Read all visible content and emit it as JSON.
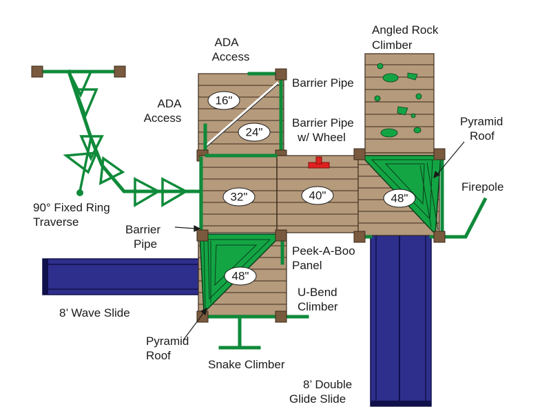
{
  "labels": {
    "angled_rock_climber": [
      "Angled Rock",
      "Climber"
    ],
    "ada_access_top": [
      "ADA",
      "Access"
    ],
    "ada_access_left": [
      "ADA",
      "Access"
    ],
    "barrier_pipe_top": "Barrier Pipe",
    "barrier_pipe_wheel": [
      "Barrier Pipe",
      "w/ Wheel"
    ],
    "pyramid_roof_right": [
      "Pyramid",
      "Roof"
    ],
    "firepole": "Firepole",
    "ring_traverse": [
      "90° Fixed Ring",
      "Traverse"
    ],
    "barrier_pipe_left": [
      "Barrier",
      "Pipe"
    ],
    "peek_a_boo": [
      "Peek-A-Boo",
      "Panel"
    ],
    "u_bend": [
      "U-Bend",
      "Climber"
    ],
    "wave_slide": "8’ Wave Slide",
    "pyramid_roof_bottom": [
      "Pyramid",
      "Roof"
    ],
    "snake_climber": "Snake Climber",
    "double_glide": [
      "8’ Double",
      "Glide Slide"
    ]
  },
  "heights": {
    "deck_16": "16\"",
    "deck_24": "24\"",
    "deck_32": "32\"",
    "deck_40": "40\"",
    "deck_48_right": "48\"",
    "deck_48_bottom": "48\""
  },
  "colors": {
    "wood": "#b59a7c",
    "post": "#7a5a3e",
    "pipe_green": "#0f8a3a",
    "roof_green": "#13a544",
    "slide_blue": "#2e2e8c",
    "wheel_red": "#e02020"
  }
}
